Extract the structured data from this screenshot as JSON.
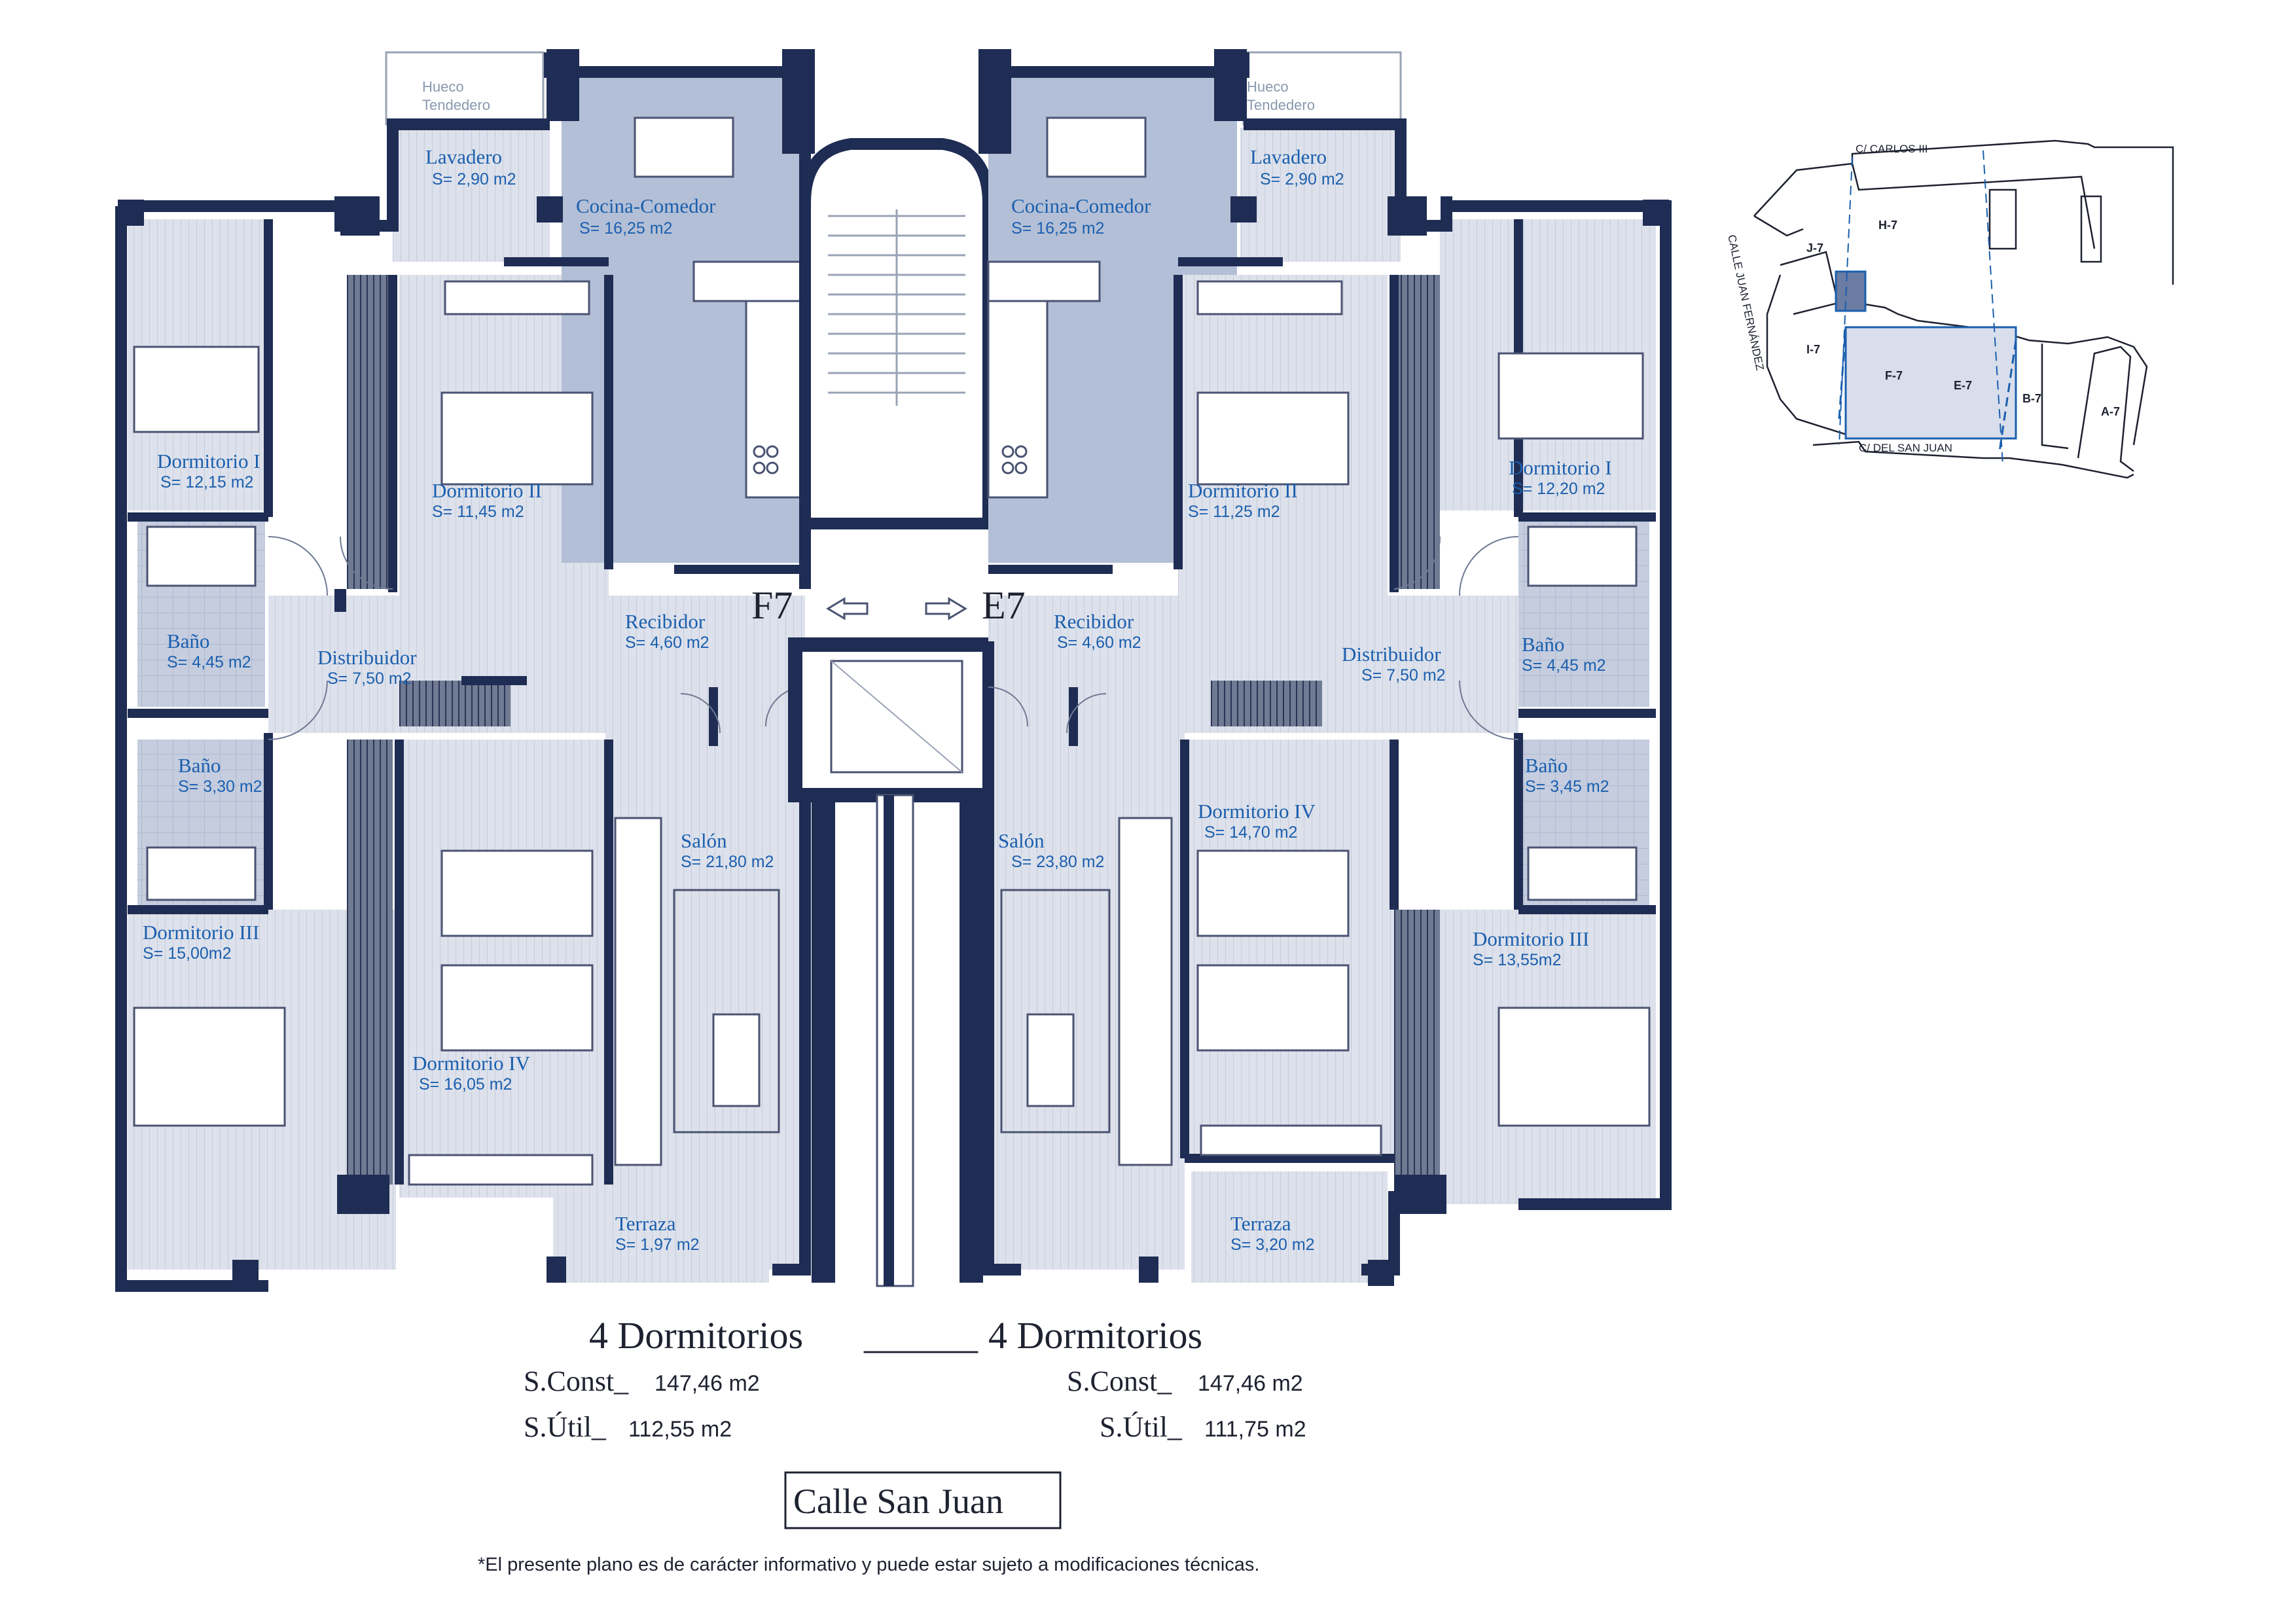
{
  "colors": {
    "wall": "#1f2d54",
    "floor": "#d8dce8",
    "kitchen": "#b2bdd4",
    "text": "#1b5fae",
    "ink": "#1e2230"
  },
  "left_unit": {
    "code": "F7",
    "rooms": {
      "hueco": "Hueco\nTendedero",
      "lavadero": {
        "name": "Lavadero",
        "area": "S= 2,90 m2"
      },
      "cocina": {
        "name": "Cocina-Comedor",
        "area": "S= 16,25 m2"
      },
      "dorm1": {
        "name": "Dormitorio I",
        "area": "S= 12,15 m2"
      },
      "dorm2": {
        "name": "Dormitorio II",
        "area": "S= 11,45 m2"
      },
      "bano1": {
        "name": "Baño",
        "area": "S= 4,45 m2"
      },
      "distribuidor": {
        "name": "Distribuidor",
        "area": "S= 7,50 m2"
      },
      "recibidor": {
        "name": "Recibidor",
        "area": "S= 4,60 m2"
      },
      "bano2": {
        "name": "Baño",
        "area": "S= 3,30 m2"
      },
      "salon": {
        "name": "Salón",
        "area": "S= 21,80 m2"
      },
      "dorm3": {
        "name": "Dormitorio III",
        "area": "S= 15,00m2"
      },
      "dorm4": {
        "name": "Dormitorio IV",
        "area": "S= 16,05 m2"
      },
      "terraza": {
        "name": "Terraza",
        "area": "S= 1,97 m2"
      }
    },
    "bedrooms_title": "4 Dormitorios",
    "s_const_label": "S.Const_",
    "s_const": "147,46 m2",
    "s_util_label": "S.Útil_",
    "s_util": "112,55 m2"
  },
  "right_unit": {
    "code": "E7",
    "rooms": {
      "hueco": "Hueco\nTendedero",
      "lavadero": {
        "name": "Lavadero",
        "area": "S= 2,90 m2"
      },
      "cocina": {
        "name": "Cocina-Comedor",
        "area": "S= 16,25 m2"
      },
      "dorm1": {
        "name": "Dormitorio I",
        "area": "S= 12,20 m2"
      },
      "dorm2": {
        "name": "Dormitorio II",
        "area": "S= 11,25 m2"
      },
      "bano1": {
        "name": "Baño",
        "area": "S= 4,45 m2"
      },
      "distribuidor": {
        "name": "Distribuidor",
        "area": "S= 7,50 m2"
      },
      "recibidor": {
        "name": "Recibidor",
        "area": "S= 4,60 m2"
      },
      "bano2": {
        "name": "Baño",
        "area": "S= 3,45 m2"
      },
      "salon": {
        "name": "Salón",
        "area": "S= 23,80 m2"
      },
      "dorm3": {
        "name": "Dormitorio III",
        "area": "S= 13,55m2"
      },
      "dorm4": {
        "name": "Dormitorio IV",
        "area": "S= 14,70 m2"
      },
      "terraza": {
        "name": "Terraza",
        "area": "S= 3,20 m2"
      }
    },
    "bedrooms_title": "4 Dormitorios",
    "s_const_label": "S.Const_",
    "s_const": "147,46 m2",
    "s_util_label": "S.Útil_",
    "s_util": "111,75 m2"
  },
  "separator": "______",
  "street_box": "Calle San Juan",
  "disclaimer": "*El presente plano es de carácter informativo y puede estar sujeto a modificaciones técnicas.",
  "location_map": {
    "streets": [
      "C/ CARLOS III",
      "CALLE JUAN FERNÁNDEZ",
      "C/ DEL SAN JUAN"
    ],
    "units": [
      "J-7",
      "H-7",
      "I-7",
      "F-7",
      "E-7",
      "B-7",
      "A-7"
    ]
  }
}
